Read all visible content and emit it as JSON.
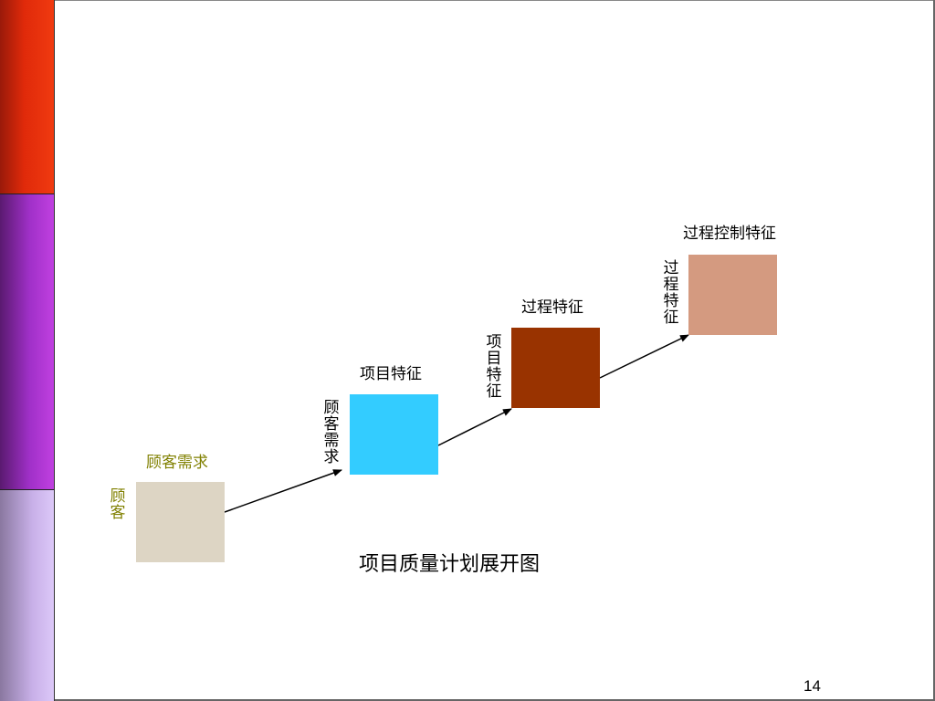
{
  "diagram": {
    "boxes": {
      "customer": {
        "top_label": "顾客需求",
        "side_label": "顾客"
      },
      "project": {
        "top_label": "项目特征",
        "side_label": "顾客需求"
      },
      "process": {
        "top_label": "过程特征",
        "side_label": "项目特征"
      },
      "control": {
        "top_label": "过程控制特征",
        "side_label": "过程特征"
      }
    },
    "caption": "项目质量计划展开图"
  },
  "page_number": "14",
  "colors": {
    "customer_box": "#ddd5c4",
    "project_box": "#33ccff",
    "process_box": "#993300",
    "control_box": "#d49a80",
    "olive_text": "#808000"
  }
}
